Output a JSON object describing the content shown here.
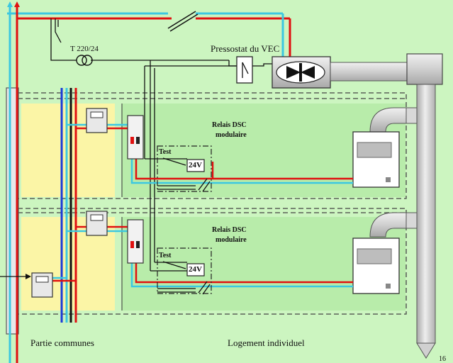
{
  "labels": {
    "transformer": "T 220/24",
    "pressostat": "Pressostat du VEC",
    "relay_unit_1_line1": "Relais DSC",
    "relay_unit_1_line2": "modulaire",
    "relay_unit_2_line1": "Relais DSC",
    "relay_unit_2_line2": "modulaire",
    "test_1": "Test",
    "test_2": "Test",
    "voltage_1": "24V",
    "voltage_2": "24V",
    "common_area": "Partie communes",
    "private_dwelling": "Logement individuel",
    "page_number": "16"
  },
  "colors": {
    "background": "#ccf5c0",
    "dwelling_zone": "#b8ecaa",
    "common_zone": "#fbf5a6",
    "phase_wire": "#e01010",
    "neutral_wire": "#3cc8e0",
    "blue_wire": "#1a3ad8",
    "control_wire": "#111111",
    "duct": "#d4d4d4"
  }
}
